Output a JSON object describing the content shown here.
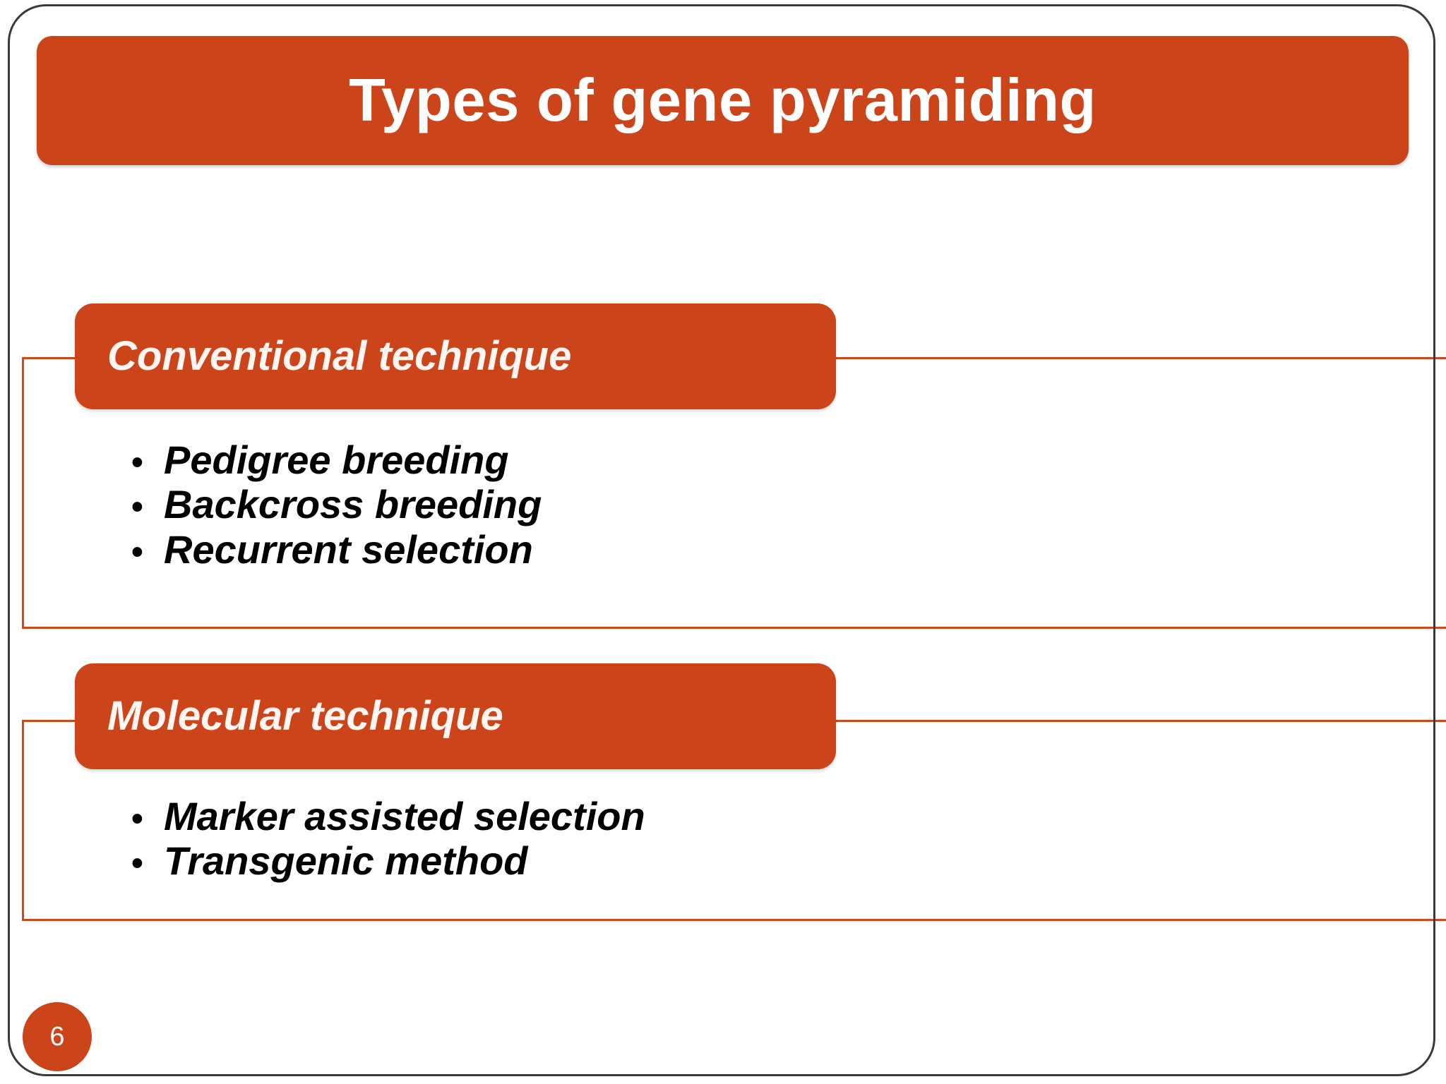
{
  "slide": {
    "page_number": "6",
    "accent_color": "#CC4419",
    "outline_color": "#CC4A1E",
    "frame_color": "#3A3A3A",
    "background_color": "#FFFFFF",
    "title": "Types of gene pyramiding"
  },
  "sections": [
    {
      "heading": "Conventional technique",
      "bullets": [
        {
          "marker": "•",
          "text": "Pedigree breeding"
        },
        {
          "marker": "•",
          "text": "Backcross breeding"
        },
        {
          "marker": "•",
          "text": "Recurrent selection"
        }
      ]
    },
    {
      "heading": "Molecular technique",
      "bullets": [
        {
          "marker": "•",
          "text": "Marker assisted selection"
        },
        {
          "marker": "•",
          "text": "Transgenic method"
        }
      ]
    }
  ]
}
